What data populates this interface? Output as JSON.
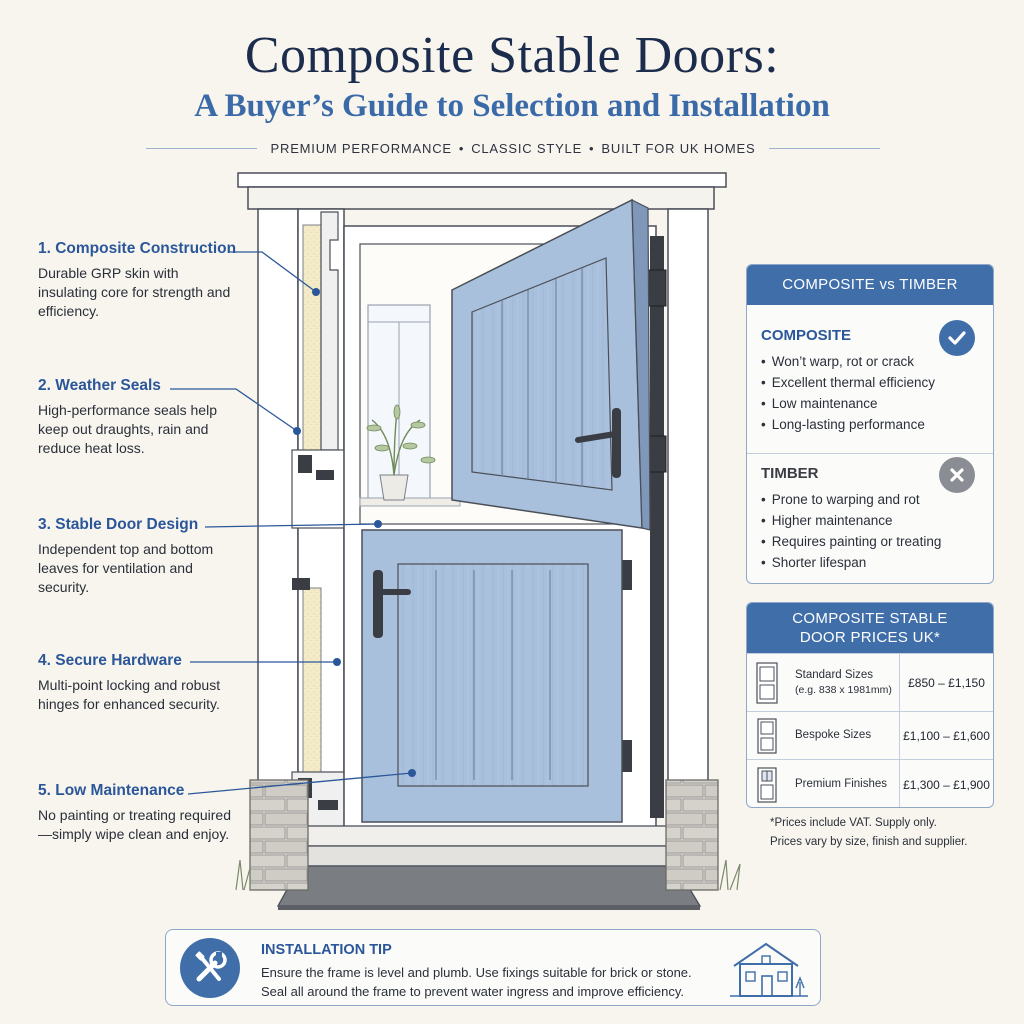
{
  "header": {
    "title": "Composite Stable Doors:",
    "subtitle": "A Buyer’s Guide to Selection and Installation",
    "tagline": [
      "PREMIUM PERFORMANCE",
      "CLASSIC STYLE",
      "BUILT FOR UK HOMES"
    ]
  },
  "features": [
    {
      "title": "1. Composite Construction",
      "text": "Durable GRP skin with insulating core for strength and efficiency."
    },
    {
      "title": "2. Weather Seals",
      "text": "High-performance seals help keep out draughts, rain and reduce heat loss."
    },
    {
      "title": "3. Stable Door Design",
      "text": "Independent top and bottom leaves for ventilation and security."
    },
    {
      "title": "4. Secure Hardware",
      "text": "Multi-point locking and robust hinges for enhanced security."
    },
    {
      "title": "5. Low Maintenance",
      "text": "No painting or treating required—simply wipe clean and enjoy."
    }
  ],
  "comparison": {
    "heading": "COMPOSITE vs TIMBER",
    "composite": {
      "title": "COMPOSITE",
      "icon": "check-circle-icon",
      "points": [
        "Won’t warp, rot or crack",
        "Excellent thermal efficiency",
        "Low maintenance",
        "Long-lasting performance"
      ]
    },
    "timber": {
      "title": "TIMBER",
      "icon": "cross-circle-icon",
      "points": [
        "Prone to warping and rot",
        "Higher maintenance",
        "Requires painting or treating",
        "Shorter lifespan"
      ]
    }
  },
  "prices": {
    "heading_line1": "COMPOSITE STABLE",
    "heading_line2": "DOOR PRICES UK*",
    "rows": [
      {
        "label": "Standard Sizes",
        "sublabel": "(e.g. 838 x 1981mm)",
        "value": "£850 – £1,150",
        "icon": "standard-door-icon"
      },
      {
        "label": "Bespoke Sizes",
        "sublabel": "",
        "value": "£1,100 – £1,600",
        "icon": "bespoke-door-icon"
      },
      {
        "label": "Premium Finishes",
        "sublabel": "",
        "value": "£1,300 – £1,900",
        "icon": "premium-door-icon"
      }
    ],
    "note_line1": "*Prices include VAT. Supply only.",
    "note_line2": "Prices vary by size, finish and supplier."
  },
  "tip": {
    "title": "INSTALLATION TIP",
    "line1": "Ensure the frame is level and plumb. Use fixings suitable for brick or stone.",
    "line2": "Seal all around the frame to prevent water ingress and improve efficiency.",
    "icon": "tools-icon",
    "house_icon": "house-icon"
  },
  "colors": {
    "navy": "#1c2c4c",
    "accent_blue": "#3f6ea9",
    "door_blue": "#9db7d7",
    "background": "#f8f5ee"
  }
}
